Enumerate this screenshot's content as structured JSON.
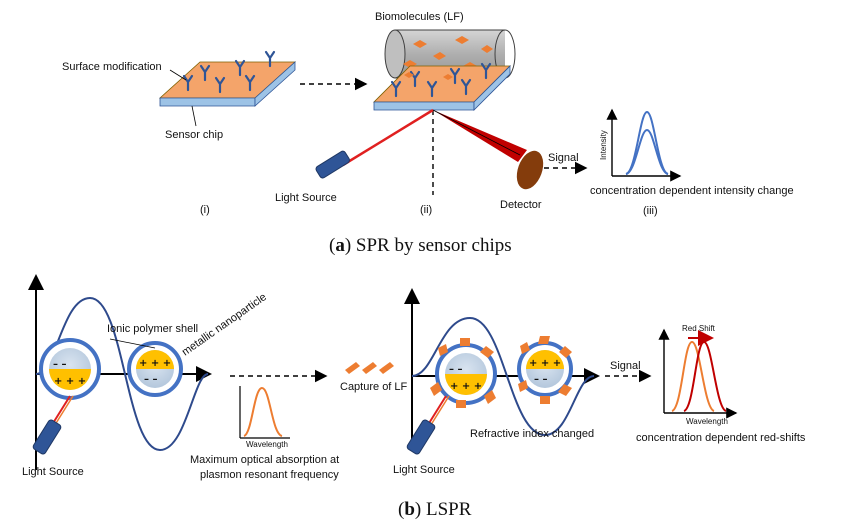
{
  "panel_a": {
    "caption_letter": "a",
    "caption_text": " SPR by sensor chips",
    "labels": {
      "surface_modification": "Surface modification",
      "sensor_chip": "Sensor chip",
      "biomolecules": "Biomolecules (LF)",
      "light_source": "Light Source",
      "detector": "Detector",
      "signal": "Signal",
      "intensity_axis": "Intensity",
      "intensity_change": "concentration dependent intensity change"
    },
    "steps": [
      "(i)",
      "(ii)",
      "(iii)"
    ]
  },
  "panel_b": {
    "caption_letter": "b",
    "caption_text": " LSPR",
    "labels": {
      "ionic_shell": "Ionic polymer shell",
      "metallic_np": "metallic nanoparticle",
      "light_source_1": "Light Source",
      "light_source_2": "Light Source",
      "max_absorption_1": "Maximum  optical absorption at",
      "max_absorption_2": "plasmon resonant frequency",
      "wavelength_1": "Wavelength",
      "capture": "Capture of LF",
      "refractive": "Refractive index changed",
      "signal": "Signal",
      "red_shift": "Red Shift",
      "wavelength_2": "Wavelength",
      "red_shift_desc": "concentration dependent red-shifts"
    },
    "charges": {
      "plus": "+ + +",
      "minus": "– –"
    }
  },
  "colors": {
    "chip_orange": "#f4a46a",
    "chip_blue": "#9dc3e6",
    "antibody_blue": "#2f5597",
    "laser_red": "#e02020",
    "detector_brown": "#843c0c",
    "wave_blue": "#2e4a8c",
    "shell_blue": "#4472c4",
    "core_yellow": "#ffc000",
    "core_grey": "#b4c7dc",
    "curve_blue": "#4472c4",
    "curve_orange": "#ed7d31",
    "curve_red": "#c00000"
  }
}
